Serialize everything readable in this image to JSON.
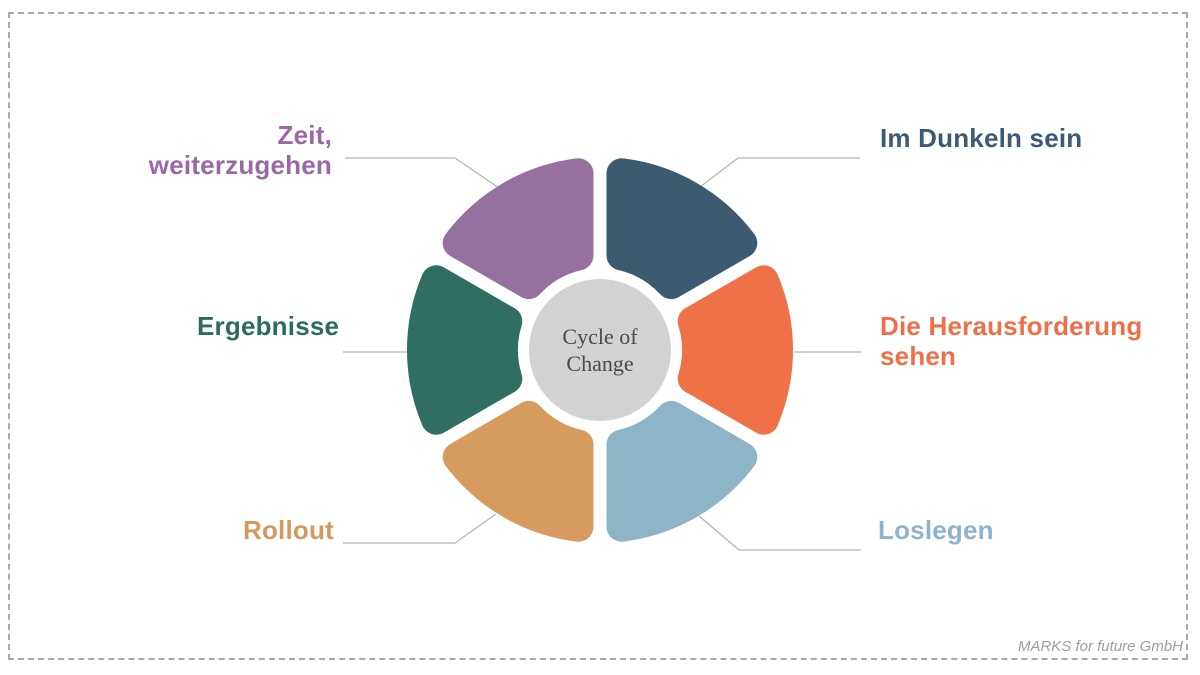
{
  "diagram": {
    "title": {
      "text": "Cycle of\nChange"
    },
    "center_fill": "#d2d2d2",
    "line_color": "#b5b5b5",
    "segments": [
      {
        "name": "im-dunkeln-sein",
        "label": "Im Dunkeln sein",
        "color": "#3d5b70",
        "label_color": "#3c5a75",
        "angle_start": 30,
        "angle_end": 90
      },
      {
        "name": "die-herausforderung-sehen",
        "label": "Die Herausforderung\nsehen",
        "color": "#ef7148",
        "label_color": "#ee6f48",
        "angle_start": -30,
        "angle_end": 30
      },
      {
        "name": "loslegen",
        "label": "Loslegen",
        "color": "#8db4c7",
        "label_color": "#8fb3cd",
        "angle_start": 270,
        "angle_end": 330
      },
      {
        "name": "rollout",
        "label": "Rollout",
        "color": "#d89b5f",
        "label_color": "#d6995b",
        "angle_start": 210,
        "angle_end": 270
      },
      {
        "name": "ergebnisse",
        "label": "Ergebnisse",
        "color": "#2f6e60",
        "label_color": "#2d6b5f",
        "angle_start": 150,
        "angle_end": 210
      },
      {
        "name": "zeit-weiterzugehen",
        "label": "Zeit,\nweiterzugehen",
        "color": "#96719f",
        "label_color": "#9a68a4",
        "angle_start": 90,
        "angle_end": 150
      }
    ]
  },
  "footer": {
    "credit": "MARKS for future GmbH"
  }
}
